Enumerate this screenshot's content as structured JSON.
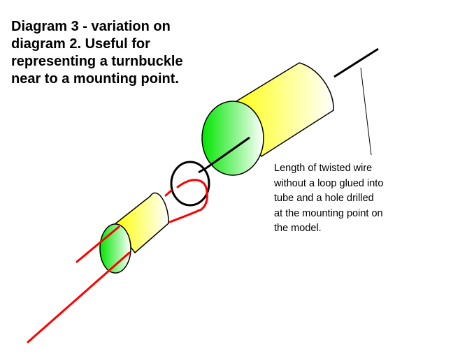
{
  "diagram": {
    "title": "Diagram 3 - variation on\ndiagram 2.  Useful for\nrepresenting a turnbuckle\nnear to a mounting point.",
    "annotation": "Length of twisted wire\nwithout a loop glued into\ntube and a hole drilled\nat the mounting point on\nthe model.",
    "components": {
      "large_tube": {
        "label": "tube",
        "end_color": "#00ee00",
        "body_color": "#ffff00"
      },
      "small_tube": {
        "label": "turnbuckle tube",
        "end_color": "#00ee00",
        "body_color": "#ffff00"
      },
      "loop_circle": {
        "label": "loop",
        "stroke": "#000000"
      },
      "black_wire": {
        "label": "twisted wire",
        "stroke": "#000000"
      },
      "red_wire": {
        "label": "wire loop",
        "stroke": "#ff0000"
      }
    }
  }
}
